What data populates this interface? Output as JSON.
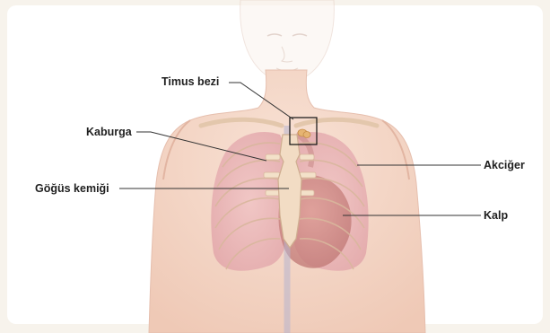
{
  "labels": {
    "thymus": "Timus bezi",
    "rib": "Kaburga",
    "sternum": "Göğüs kemiği",
    "lung": "Akciğer",
    "heart": "Kalp"
  },
  "colors": {
    "background": "#f7f3ec",
    "skin": "#f4d6c7",
    "lung": "#eab7ba",
    "heart": "#cf8a86",
    "bone": "#f2dcc4",
    "thymus": "#e6b472",
    "leader_line": "#333333"
  }
}
